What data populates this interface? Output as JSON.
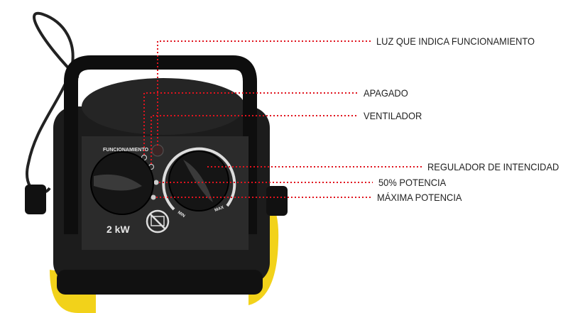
{
  "product": {
    "panel_label": "FUNCIONAMIENTO",
    "power_rating": "2 kW",
    "dial_min": "MIN",
    "dial_max": "MAX"
  },
  "callouts": [
    {
      "id": "indicator-light",
      "label": "LUZ QUE INDICA FUNCIONAMIENTO"
    },
    {
      "id": "off",
      "label": "APAGADO"
    },
    {
      "id": "fan",
      "label": "VENTILADOR"
    },
    {
      "id": "intensity-regulator",
      "label": "REGULADOR DE INTENCIDAD"
    },
    {
      "id": "half-power",
      "label": "50% POTENCIA"
    },
    {
      "id": "max-power",
      "label": "MÁXIMA POTENCIA"
    }
  ],
  "colors": {
    "leader": "#e0141e",
    "body": "#1a1a1a",
    "feet": "#f2d21a"
  }
}
